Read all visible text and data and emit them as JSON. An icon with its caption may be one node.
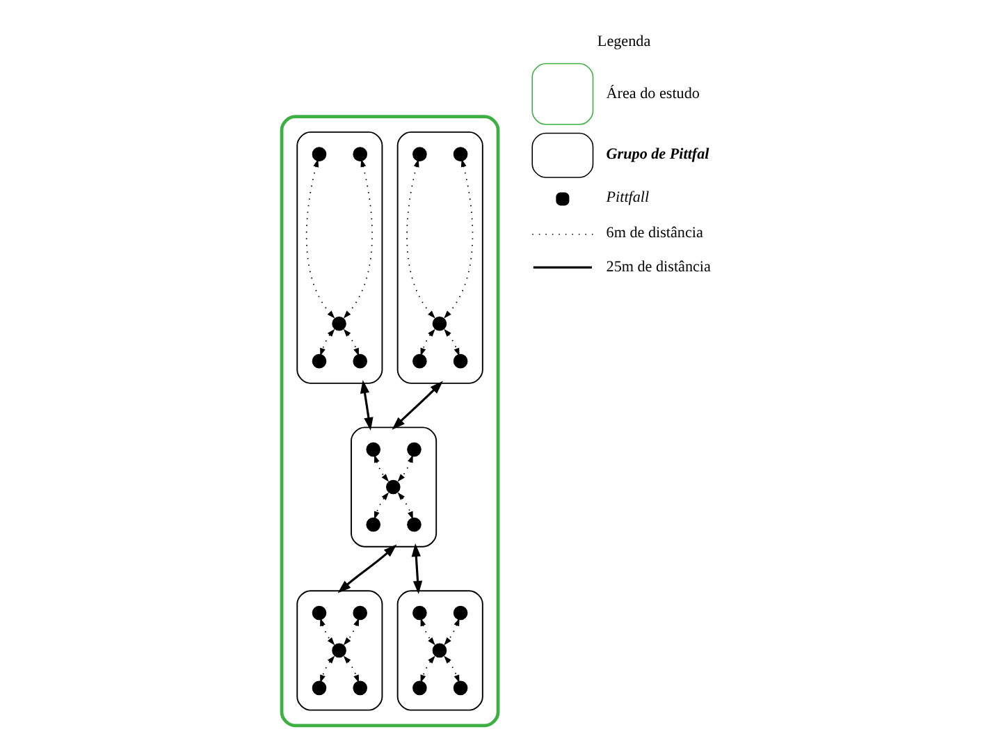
{
  "diagram": {
    "nodes": [
      {
        "text": [],
        "shape": "box"
      },
      {
        "text": [],
        "shape": "box",
        "in": 0
      },
      {
        "text": [],
        "shape": "circle",
        "in": 1
      },
      {
        "text": [],
        "shape": "circle",
        "in": 1
      },
      {
        "text": [],
        "shape": "circle",
        "in": 1
      },
      {
        "text": [],
        "shape": "circle",
        "in": 1
      },
      {
        "text": [],
        "shape": "circle",
        "in": 1
      },
      {
        "text": [],
        "shape": "box",
        "in": 0
      },
      {
        "text": [],
        "shape": "circle",
        "in": 7
      },
      {
        "text": [],
        "shape": "circle",
        "in": 7
      },
      {
        "text": [],
        "shape": "circle",
        "in": 7
      },
      {
        "text": [],
        "shape": "circle",
        "in": 7
      },
      {
        "text": [],
        "shape": "circle",
        "in": 7
      },
      {
        "text": [],
        "shape": "box",
        "in": 0
      },
      {
        "text": [],
        "shape": "circle",
        "in": 13
      },
      {
        "text": [],
        "shape": "circle",
        "in": 13
      },
      {
        "text": [],
        "shape": "circle",
        "in": 13
      },
      {
        "text": [],
        "shape": "circle",
        "in": 13
      },
      {
        "text": [],
        "shape": "circle",
        "in": 13
      },
      {
        "text": [],
        "shape": "box",
        "in": 0
      },
      {
        "text": [],
        "shape": "circle",
        "in": 19
      },
      {
        "text": [],
        "shape": "circle",
        "in": 19
      },
      {
        "text": [],
        "shape": "circle",
        "in": 19
      },
      {
        "text": [],
        "shape": "circle",
        "in": 19
      },
      {
        "text": [],
        "shape": "circle",
        "in": 19
      },
      {
        "text": [],
        "shape": "box",
        "in": 0
      },
      {
        "text": [],
        "shape": "circle",
        "in": 25
      },
      {
        "text": [],
        "shape": "circle",
        "in": 25
      },
      {
        "text": [],
        "shape": "circle",
        "in": 25
      },
      {
        "text": [],
        "shape": "circle",
        "in": 25
      },
      {
        "text": [],
        "shape": "circle",
        "in": 25
      }
    ],
    "edges": [
      {
        "from": 2,
        "to": 4,
        "arrow": "both",
        "style": "dashed"
      },
      {
        "from": 3,
        "to": 4,
        "arrow": "both",
        "style": "dashed"
      },
      {
        "from": 4,
        "to": 5,
        "arrow": "both",
        "style": "dashed"
      },
      {
        "from": 4,
        "to": 6,
        "arrow": "both",
        "style": "dashed"
      },
      {
        "from": 8,
        "to": 10,
        "arrow": "both",
        "style": "dashed"
      },
      {
        "from": 9,
        "to": 10,
        "arrow": "both",
        "style": "dashed"
      },
      {
        "from": 10,
        "to": 11,
        "arrow": "both",
        "style": "dashed"
      },
      {
        "from": 10,
        "to": 12,
        "arrow": "both",
        "style": "dashed"
      },
      {
        "from": 14,
        "to": 16,
        "arrow": "both",
        "style": "dashed"
      },
      {
        "from": 15,
        "to": 16,
        "arrow": "both",
        "style": "dashed"
      },
      {
        "from": 16,
        "to": 17,
        "arrow": "both",
        "style": "dashed"
      },
      {
        "from": 16,
        "to": 18,
        "arrow": "both",
        "style": "dashed"
      },
      {
        "from": 20,
        "to": 22,
        "arrow": "both",
        "style": "dashed"
      },
      {
        "from": 21,
        "to": 22,
        "arrow": "both",
        "style": "dashed"
      },
      {
        "from": 22,
        "to": 23,
        "arrow": "both",
        "style": "dashed"
      },
      {
        "from": 22,
        "to": 24,
        "arrow": "both",
        "style": "dashed"
      },
      {
        "from": 26,
        "to": 28,
        "arrow": "both",
        "style": "dashed"
      },
      {
        "from": 27,
        "to": 28,
        "arrow": "both",
        "style": "dashed"
      },
      {
        "from": 28,
        "to": 29,
        "arrow": "both",
        "style": "dashed"
      },
      {
        "from": 28,
        "to": 30,
        "arrow": "both",
        "style": "dashed"
      },
      {
        "from": 1,
        "to": 13,
        "arrow": "both"
      },
      {
        "from": 7,
        "to": 13,
        "arrow": "both"
      },
      {
        "from": 13,
        "to": 19,
        "arrow": "both"
      },
      {
        "from": 13,
        "to": 25,
        "arrow": "both"
      }
    ],
    "labels": [
      "Legenda"
    ],
    "legend": [
      {
        "text": "Área do estudo"
      },
      {
        "text": "Grupo de Pittfal"
      },
      {
        "text": "Pittfall"
      },
      {
        "text": "6m de distância"
      },
      {
        "text": "25m de distância"
      }
    ]
  }
}
